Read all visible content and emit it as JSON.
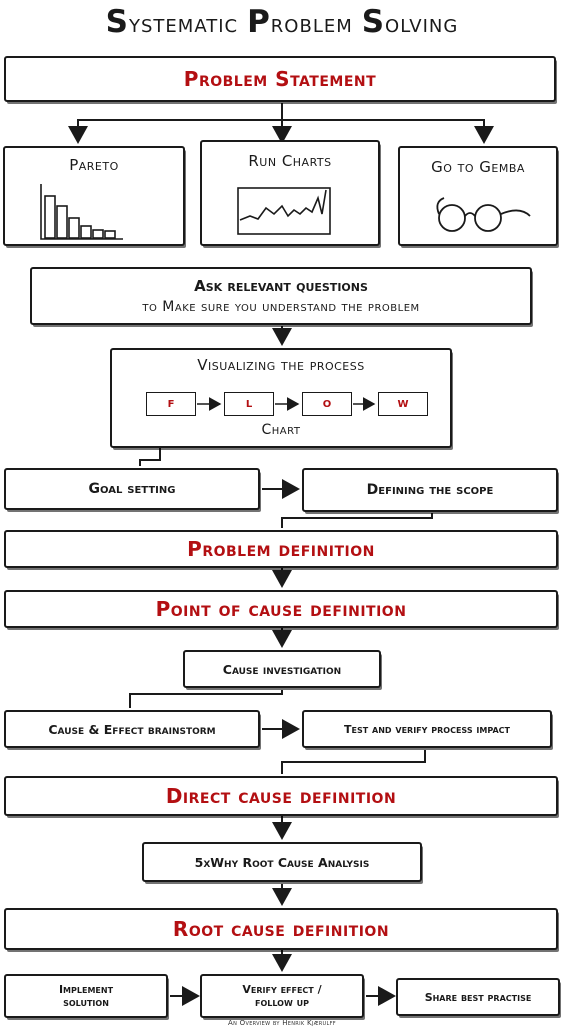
{
  "title": {
    "word1_cap": "S",
    "word1_rest": "ystematic",
    "word2_cap": "P",
    "word2_rest": "roblem",
    "word3_cap": "S",
    "word3_rest": "olving"
  },
  "problem_statement": "Problem Statement",
  "tools": {
    "pareto": "Pareto",
    "run_charts": "Run Charts",
    "gemba": "Go to Gemba"
  },
  "questions": {
    "line1": "Ask relevant questions",
    "line2": "to Make sure you understand the problem"
  },
  "visualize": {
    "heading": "Visualizing the process",
    "letters": [
      "F",
      "L",
      "O",
      "W"
    ],
    "footer": "Chart"
  },
  "goal_setting": "Goal setting",
  "defining_scope": "Defining the scope",
  "problem_definition": "Problem definition",
  "point_of_cause": "Point of cause definition",
  "cause_investigation": "Cause investigation",
  "cause_effect": "Cause & Effect brainstorm",
  "test_verify": "Test and verify process impact",
  "direct_cause": "Direct cause definition",
  "five_why": "5xWhy Root Cause Analysis",
  "root_cause": "Root cause definition",
  "implement": "Implement solution",
  "verify_effect": "Verify effect / follow up",
  "share": "Share best practise",
  "footer": "An Overview by Henrik Kjærulff",
  "colors": {
    "accent": "#b30f12",
    "ink": "#1a1a1a"
  },
  "icons": [
    "pareto-chart-icon",
    "run-chart-icon",
    "glasses-icon",
    "arrow-icon"
  ]
}
